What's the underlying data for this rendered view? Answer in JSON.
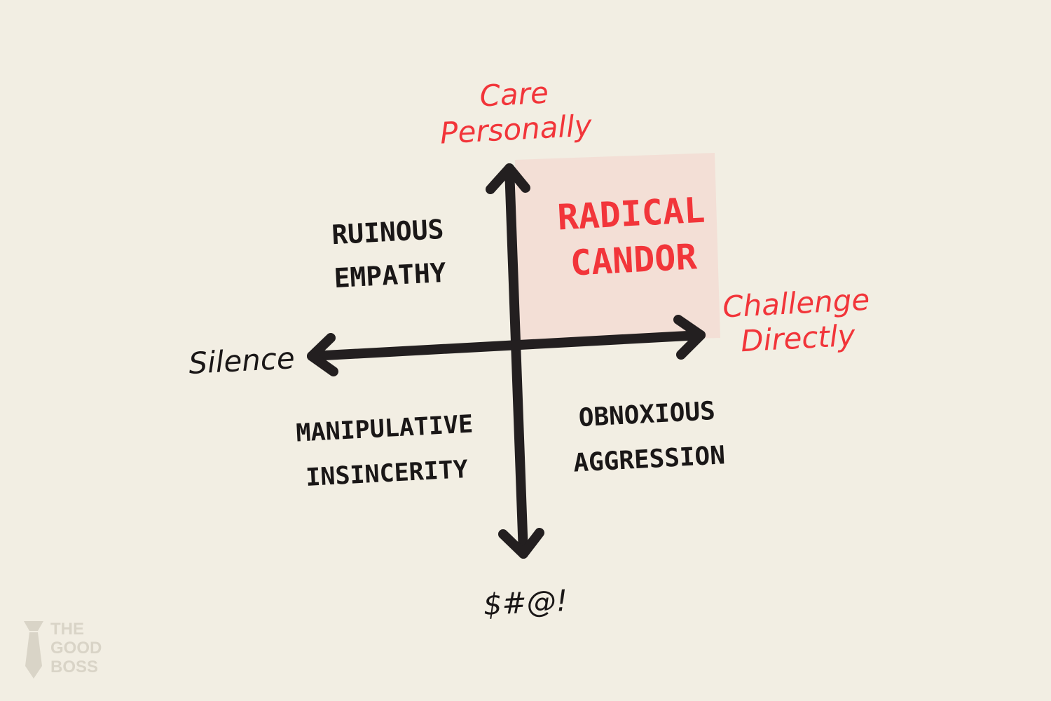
{
  "colors": {
    "background": "#f2eee3",
    "accent": "#f2353a",
    "axis": "#231f20",
    "highlight": "#f3dfd6",
    "logo": "#d9d4c7"
  },
  "axes": {
    "top_line1": "Care",
    "top_line2": "Personally",
    "bottom": "$#@!",
    "left": "Silence",
    "right_line1": "Challenge",
    "right_line2": "Directly"
  },
  "quadrants": {
    "top_left_line1": "RUINOUS",
    "top_left_line2": "EMPATHY",
    "top_right_line1": "RADICAL",
    "top_right_line2": "CANDOR",
    "bottom_left_line1": "MANIPULATIVE",
    "bottom_left_line2": "INSINCERITY",
    "bottom_right_line1": "OBNOXIOUS",
    "bottom_right_line2": "AGGRESSION"
  },
  "logo": {
    "line1": "THE",
    "line2": "GOOD",
    "line3": "BOSS",
    "icon": "tie-icon"
  }
}
